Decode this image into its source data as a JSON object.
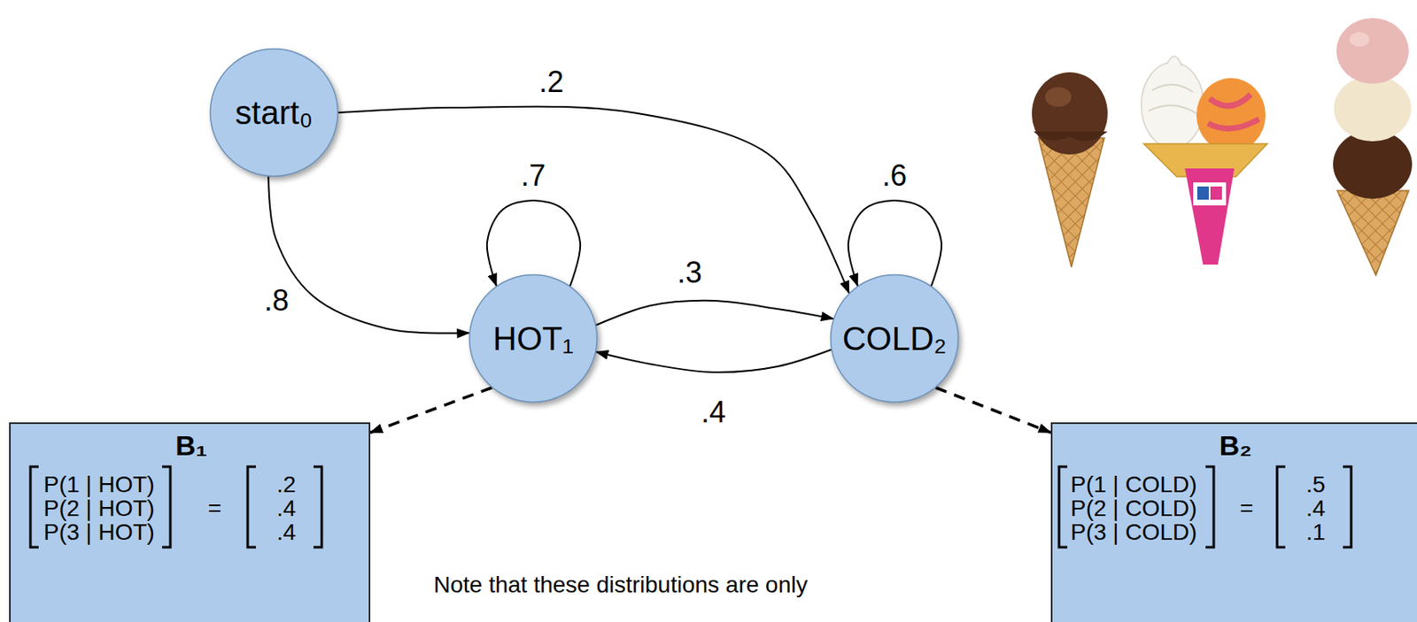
{
  "diagram": {
    "nodes": [
      {
        "text": [
          "start₀"
        ]
      },
      {
        "text": [
          "HOT₁"
        ]
      },
      {
        "text": [
          "COLD₂"
        ]
      },
      {
        "text": [
          "B₁",
          "P(1 | HOT)",
          "P(2 | HOT)",
          "P(3 | HOT)",
          "=",
          ".2",
          ".4",
          ".4"
        ]
      },
      {
        "text": [
          "B₂",
          "P(1 | COLD)",
          "P(2 | COLD)",
          "P(3 | COLD)",
          "=",
          ".5",
          ".4",
          ".1"
        ]
      }
    ],
    "edges": [
      {
        "from": 0,
        "to": 1,
        "arrow": "to",
        "label": ".8"
      },
      {
        "from": 0,
        "to": 2,
        "arrow": "to",
        "label": ".2"
      },
      {
        "from": 1,
        "to": 1,
        "arrow": "to",
        "label": ".7"
      },
      {
        "from": 2,
        "to": 2,
        "arrow": "to",
        "label": ".6"
      },
      {
        "from": 1,
        "to": 2,
        "arrow": "to",
        "label": ".3"
      },
      {
        "from": 2,
        "to": 1,
        "arrow": "to",
        "label": ".4"
      },
      {
        "from": 1,
        "to": 3,
        "arrow": "to"
      },
      {
        "from": 2,
        "to": 4,
        "arrow": "to"
      }
    ],
    "labels": [
      "Note that these distributions are only"
    ]
  }
}
